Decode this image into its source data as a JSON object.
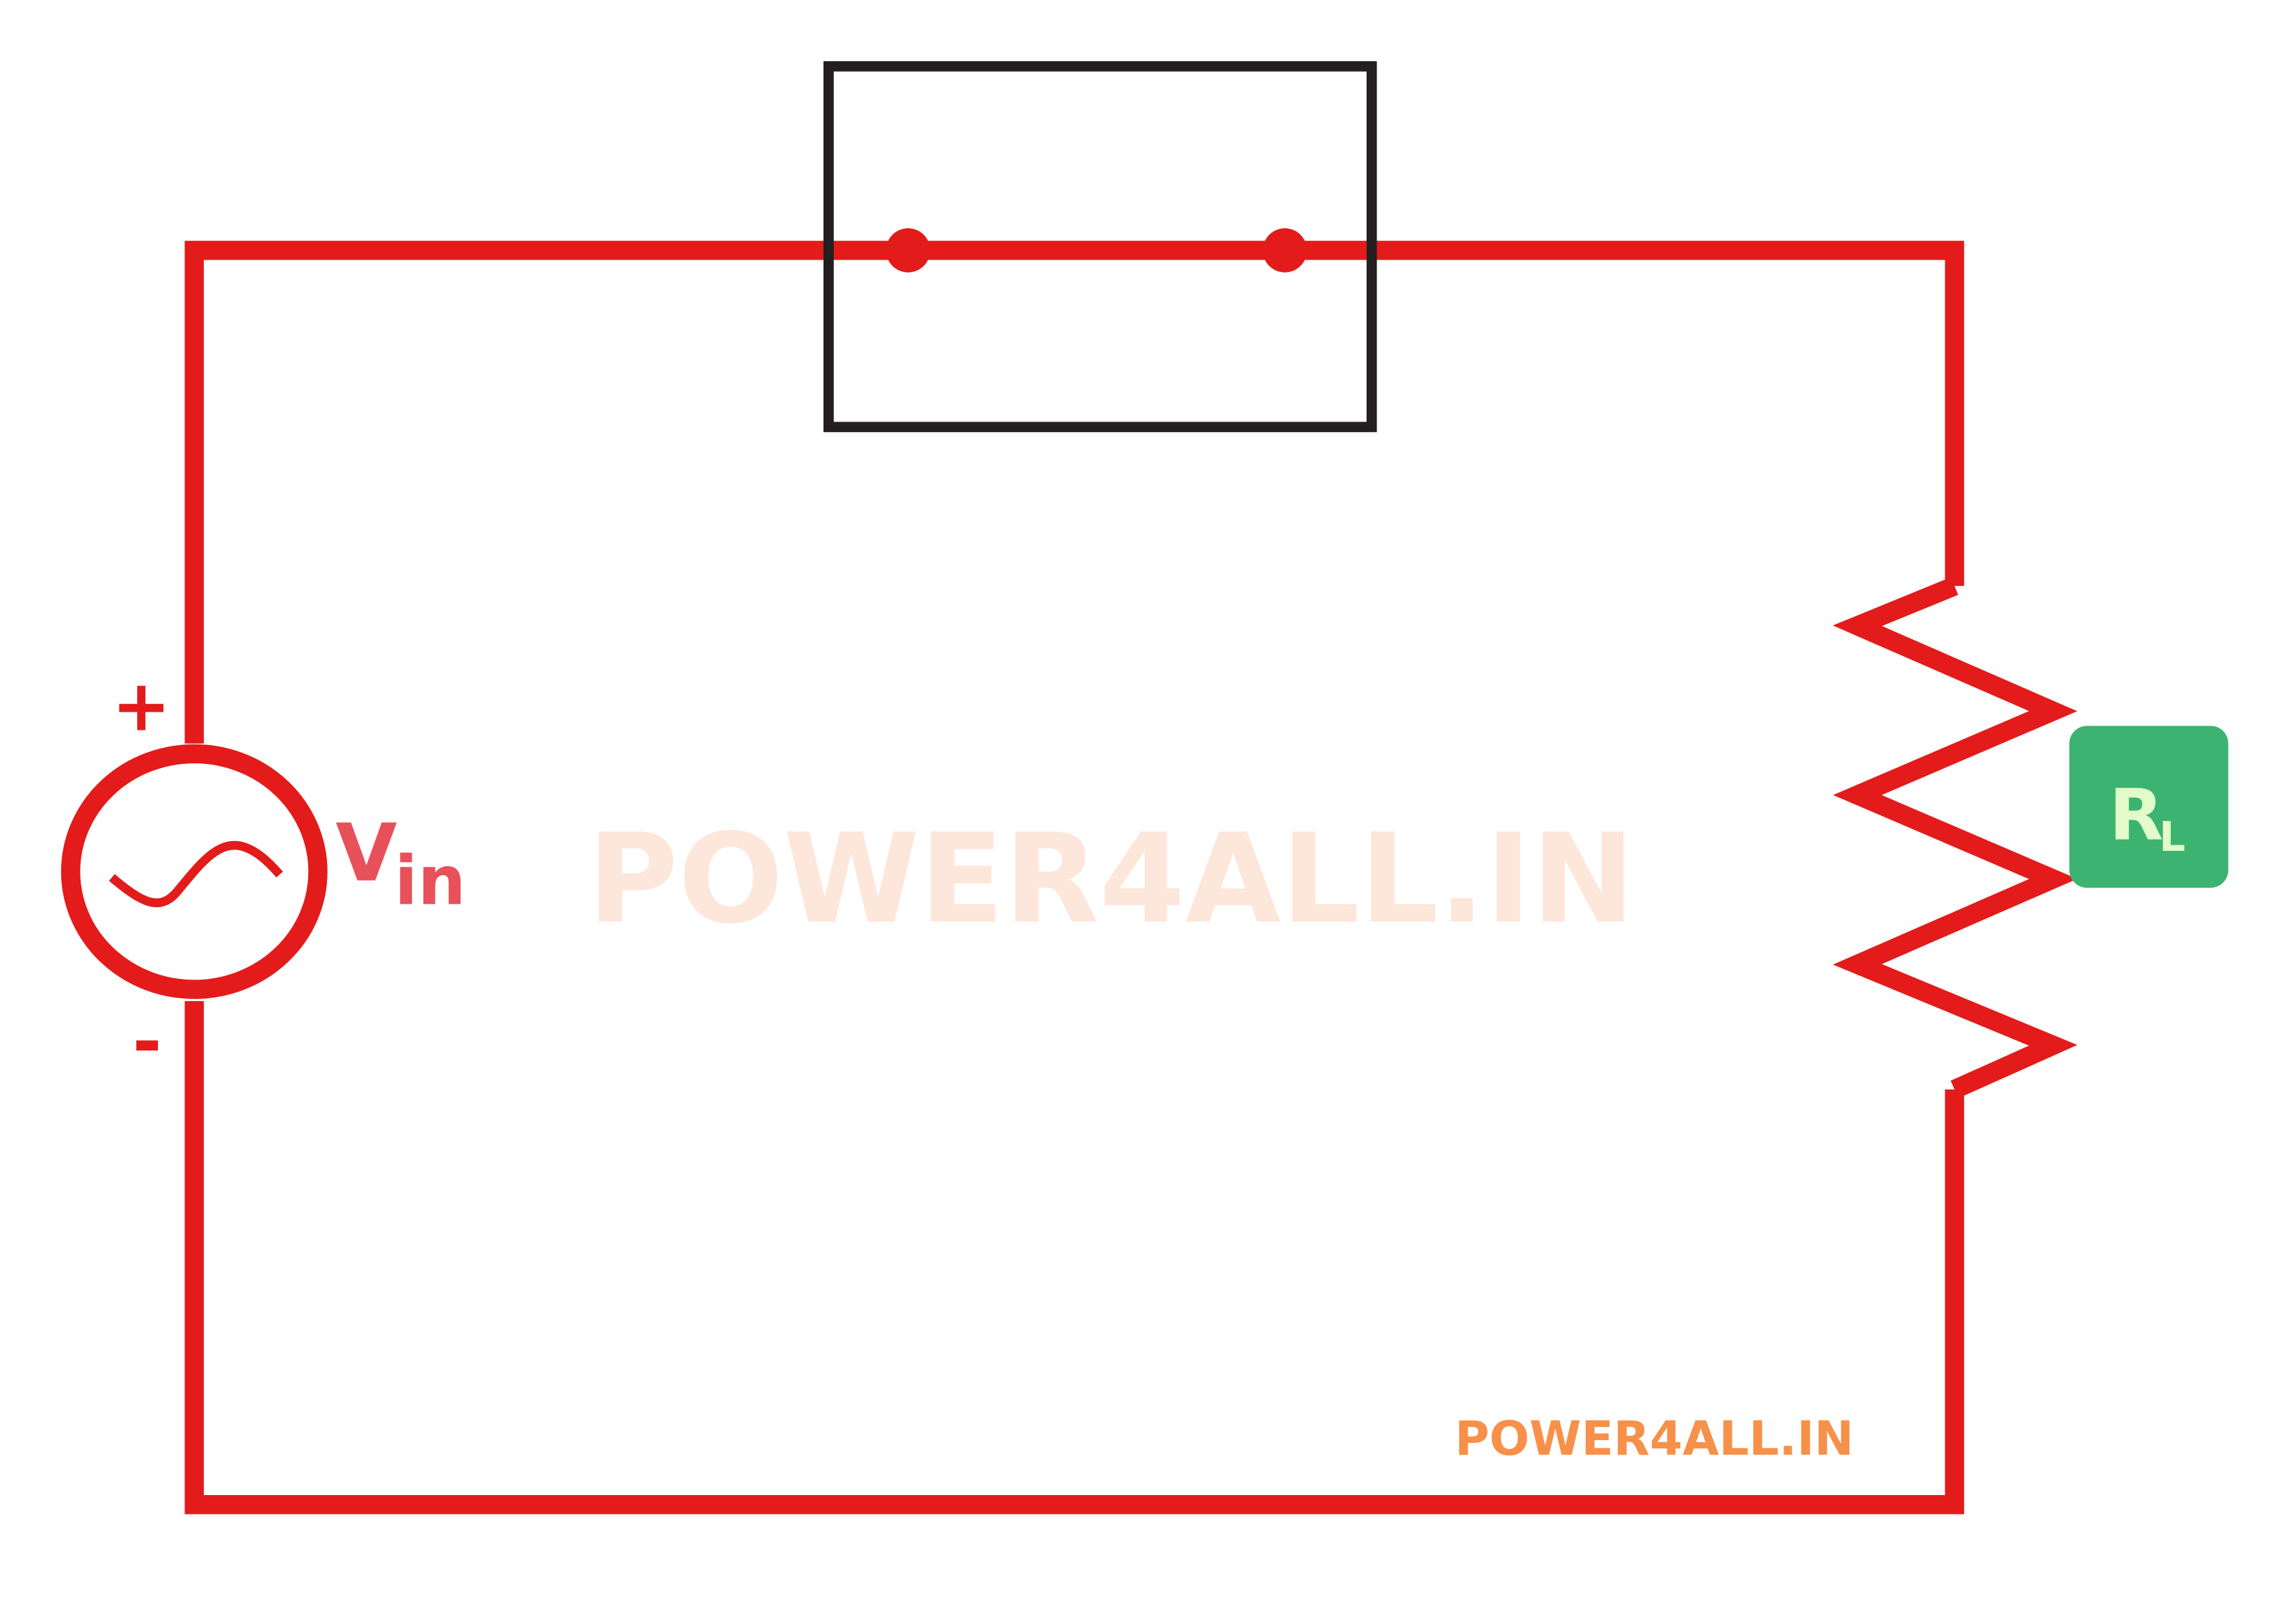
{
  "diagram": {
    "source_label": "V",
    "source_subscript": "in",
    "plus_sign": "+",
    "minus_sign": "-",
    "load_label": "R",
    "load_subscript": "L",
    "watermark_center": "POWER4ALL.IN",
    "watermark_corner": "POWER4ALL.IN"
  },
  "colors": {
    "wire": "#e31b1b",
    "box": "#231f20",
    "load_badge": "#3cb371",
    "load_text": "#e2fbc8",
    "watermark_center": "#fde6da",
    "watermark_corner": "#f7914a"
  }
}
